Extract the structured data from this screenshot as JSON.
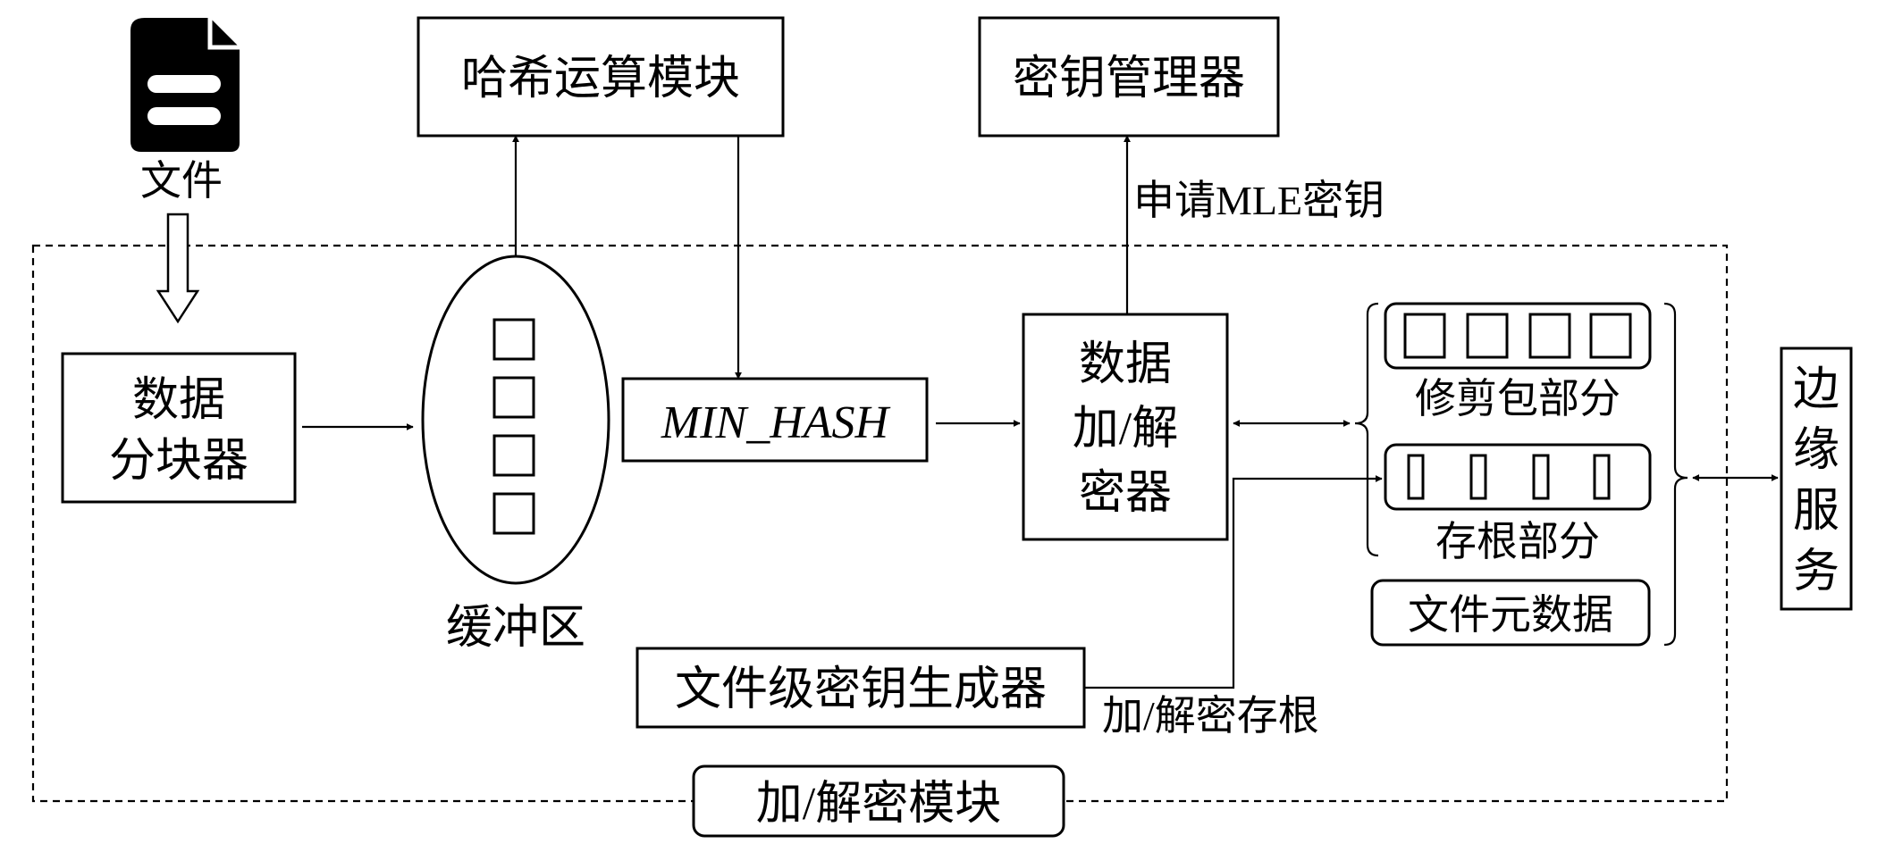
{
  "file": {
    "label": "文件"
  },
  "hash_module": {
    "label": "哈希运算模块"
  },
  "key_manager": {
    "label": "密钥管理器"
  },
  "mle_request": {
    "label": "申请MLE密钥"
  },
  "chunker": {
    "line1": "数据",
    "line2": "分块器"
  },
  "buffer": {
    "label": "缓冲区"
  },
  "min_hash": {
    "label": "MIN_HASH"
  },
  "crypter": {
    "line1": "数据",
    "line2": "加/解",
    "line3": "密器"
  },
  "trimmed_package": {
    "label": "修剪包部分"
  },
  "stub": {
    "label": "存根部分"
  },
  "file_metadata": {
    "label": "文件元数据"
  },
  "edge_service": {
    "chars": [
      "边",
      "缘",
      "服",
      "务"
    ]
  },
  "file_key_generator": {
    "label": "文件级密钥生成器"
  },
  "stub_crypt": {
    "label": "加/解密存根"
  },
  "module": {
    "label": "加/解密模块"
  }
}
